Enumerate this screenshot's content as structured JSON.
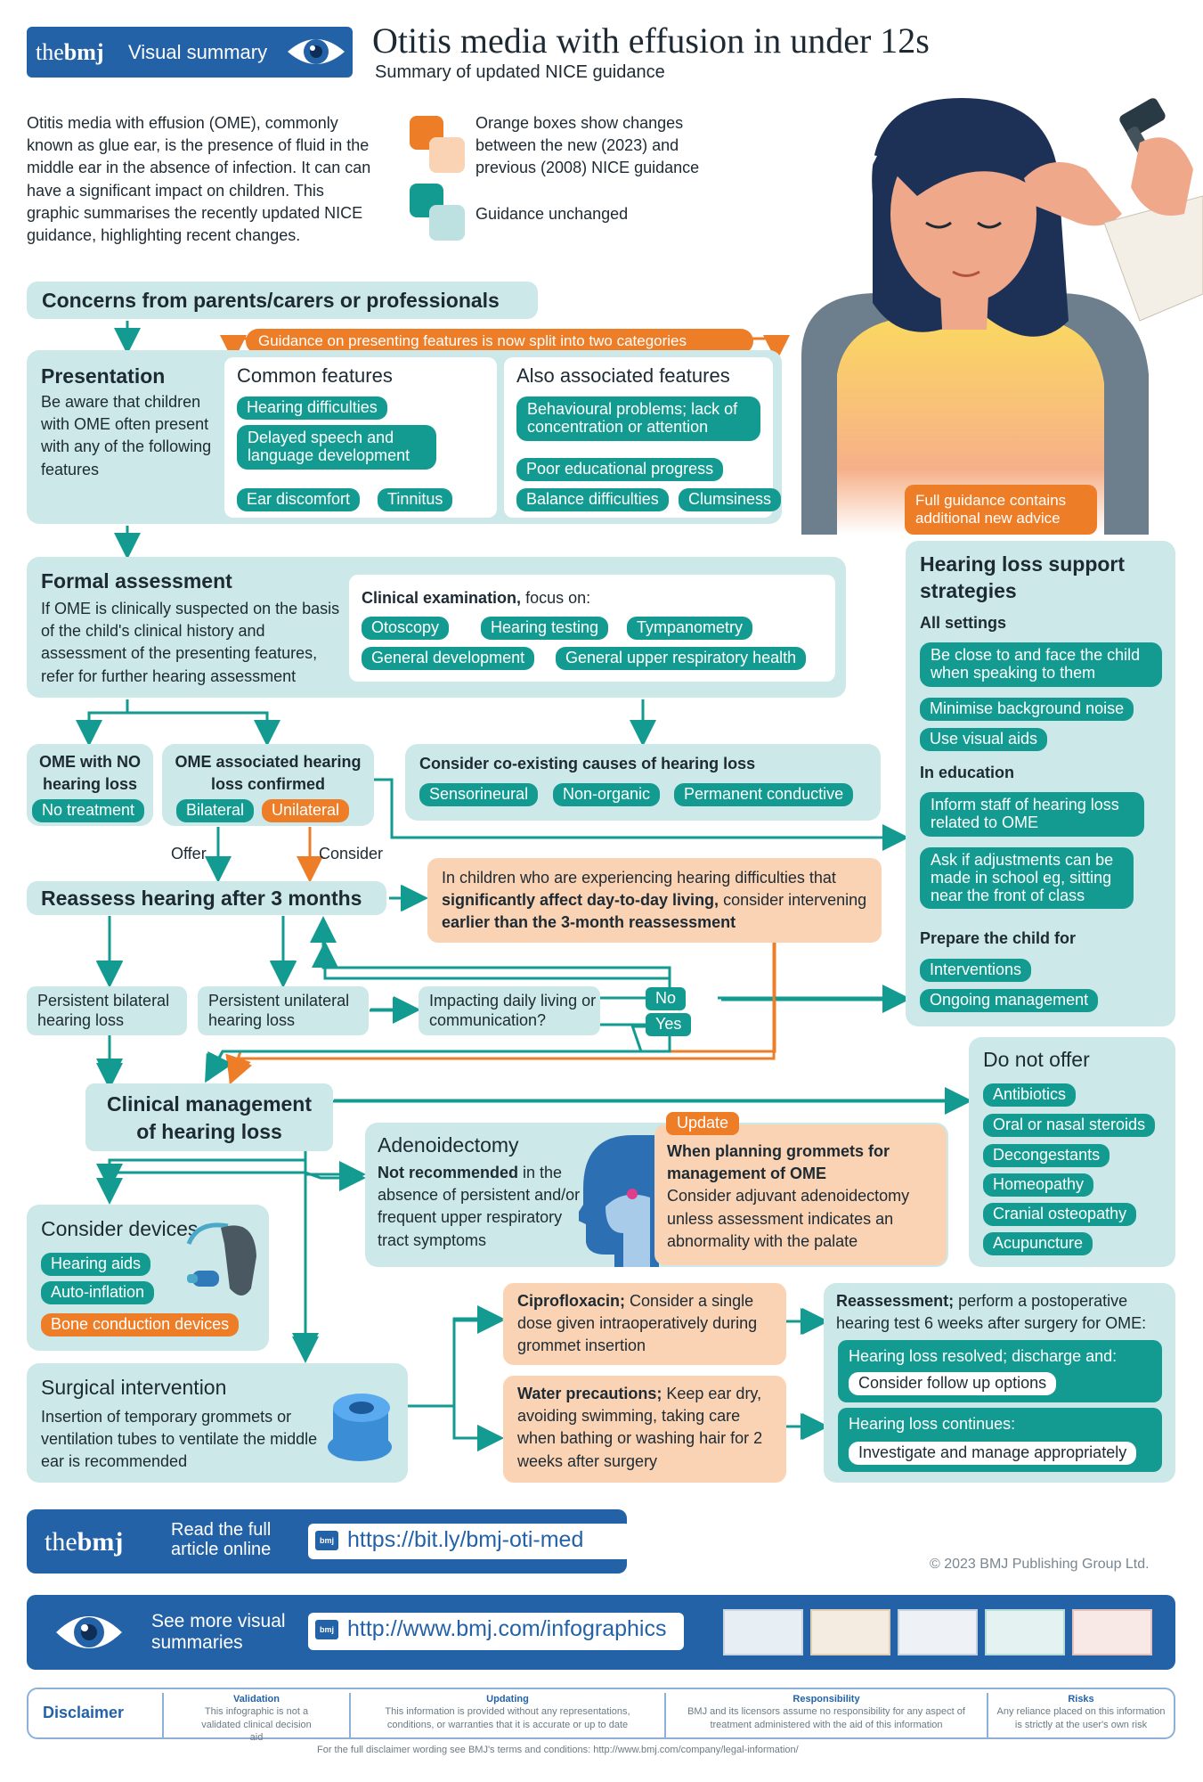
{
  "header": {
    "logo_pre": "the",
    "logo_bold": "bmj",
    "badge_label": "Visual summary",
    "title": "Otitis media with effusion in under 12s",
    "subtitle": "Summary of updated NICE guidance"
  },
  "intro": "Otitis media with effusion (OME), commonly known as glue ear, is the presence of fluid in the middle ear in the absence of infection. It can can have a significant impact on children. This graphic summarises the recently updated NICE guidance, highlighting recent changes.",
  "legend": {
    "changed": "Orange boxes show changes between the new (2023) and previous (2008) NICE guidance",
    "unchanged": "Guidance unchanged",
    "colors": {
      "changed": "#ee7d28",
      "unchanged": "#149b91"
    }
  },
  "concerns": "Concerns from parents/carers or professionals",
  "split_note": "Guidance on presenting features is now split into two categories",
  "presentation": {
    "title": "Presentation",
    "text": "Be aware that children with OME often present with any of the following features",
    "common_title": "Common features",
    "common": [
      "Hearing difficulties",
      "Delayed speech and language development",
      "Ear discomfort",
      "Tinnitus"
    ],
    "assoc_title": "Also associated features",
    "assoc": [
      "Behavioural problems; lack of concentration or attention",
      "Poor educational progress",
      "Balance difficulties",
      "Clumsiness"
    ]
  },
  "formal": {
    "title": "Formal assessment",
    "text": "If OME is clinically suspected on the basis of the child's clinical history and assessment of the presenting features, refer for further hearing assessment",
    "exam_bold": "Clinical examination,",
    "exam_rest": " focus on:",
    "exam_items": [
      "Otoscopy",
      "Hearing testing",
      "Tympanometry",
      "General development",
      "General upper respiratory health"
    ]
  },
  "ome_no": {
    "title": "OME with NO hearing loss",
    "chip": "No treatment"
  },
  "ome_yes": {
    "title": "OME associated hearing loss confirmed",
    "bilateral": "Bilateral",
    "unilateral": "Unilateral",
    "offer": "Offer",
    "consider": "Consider"
  },
  "coexisting": {
    "title": "Consider co-existing causes of hearing loss",
    "items": [
      "Sensorineural",
      "Non-organic",
      "Permanent conductive"
    ]
  },
  "reassess": {
    "title": "Reassess hearing after 3 months",
    "note_pre": "In children who are experiencing hearing difficulties that ",
    "note_bold": "significantly affect day-to-day living,",
    "note_mid": " consider intervening ",
    "note_bold2": "earlier than the 3-month reassessment"
  },
  "persistent_bilateral": "Persistent bilateral hearing loss",
  "persistent_unilateral": "Persistent unilateral hearing loss",
  "impacting": "Impacting daily living or communication?",
  "no_label": "No",
  "yes_label": "Yes",
  "support": {
    "flag": "Full guidance contains additional new advice",
    "title": "Hearing loss support strategies",
    "all_settings": "All settings",
    "all_items": [
      "Be close to and face the child when speaking to them",
      "Minimise background noise",
      "Use visual aids"
    ],
    "education": "In education",
    "edu_items": [
      "Inform staff of hearing loss related to OME",
      "Ask if adjustments can be made in school eg, sitting near the front of class"
    ],
    "prepare": "Prepare the child for",
    "prep_items": [
      "Interventions",
      "Ongoing management"
    ]
  },
  "clinical": "Clinical management of hearing loss",
  "donot": {
    "title": "Do not offer",
    "items": [
      "Antibiotics",
      "Oral or nasal steroids",
      "Decongestants",
      "Homeopathy",
      "Cranial osteopathy",
      "Acupuncture"
    ]
  },
  "adenoid": {
    "title": "Adenoidectomy",
    "bold": "Not recommended",
    "text": " in the absence of persistent and/or frequent upper respiratory tract symptoms",
    "update": "Update",
    "upd_bold": "When planning grommets for management of OME",
    "upd_text": "Consider adjuvant adenoidectomy unless assessment indicates an abnormality with the palate"
  },
  "devices": {
    "title": "Consider devices",
    "items": [
      "Hearing aids",
      "Auto-inflation"
    ],
    "changed_item": "Bone conduction devices"
  },
  "surgical": {
    "title": "Surgical intervention",
    "text": "Insertion of temporary grommets or ventilation tubes to ventilate the middle ear is recommended"
  },
  "cipro": {
    "bold": "Ciprofloxacin;",
    "text": " Consider a single dose given intraoperatively during grommet insertion"
  },
  "water": {
    "bold": "Water precautions;",
    "text": " Keep ear dry, avoiding swimming, taking care when bathing or washing hair for 2 weeks after surgery"
  },
  "postop": {
    "bold": "Reassessment;",
    "text": " perform a postoperative hearing test 6 weeks after surgery for OME:",
    "resolved": "Hearing loss resolved; discharge and:",
    "resolved_chip": "Consider follow up options",
    "continues": "Hearing loss continues:",
    "continues_chip": "Investigate and manage appropriately"
  },
  "footer": {
    "read_label": "Read the full article online",
    "bmj_tag": "bmj",
    "read_url": "https://bit.ly/bmj-oti-med",
    "copyright": "© 2023 BMJ Publishing Group Ltd.",
    "more_label": "See more visual summaries",
    "more_url": "http://www.bmj.com/infographics",
    "disclaimer": "Disclaimer",
    "disc_cols": [
      {
        "head": "Validation",
        "text": "This infographic is not a validated clinical decision aid"
      },
      {
        "head": "Updating",
        "text": "This information is provided without any representations, conditions, or warranties that it is accurate or up to date"
      },
      {
        "head": "Responsibility",
        "text": "BMJ and its licensors assume no responsibility for any aspect of treatment administered with the aid of this information"
      },
      {
        "head": "Risks",
        "text": "Any reliance placed on this information is strictly at the user's own risk"
      }
    ],
    "disc_note": "For the full disclaimer wording see BMJ's terms and conditions: http://www.bmj.com/company/legal-information/"
  }
}
